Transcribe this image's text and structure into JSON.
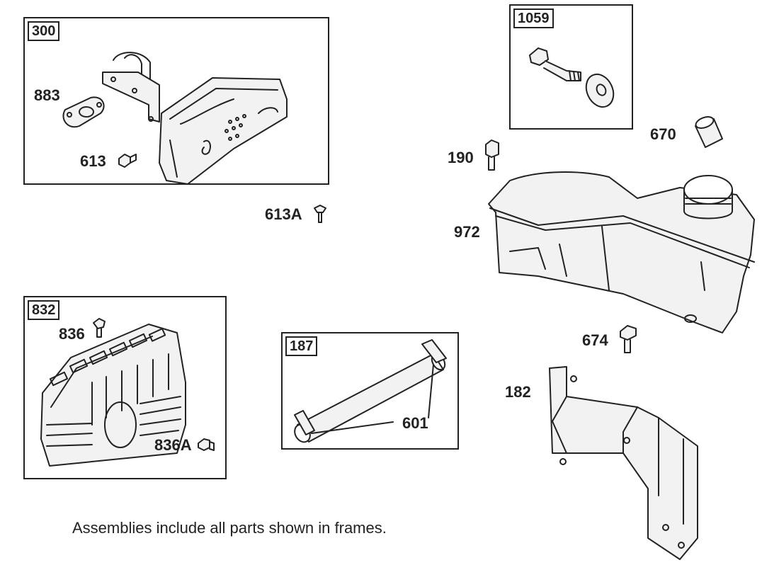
{
  "frames": {
    "muffler_assembly": "300",
    "bolt_washer_kit": "1059",
    "guard_assembly": "832",
    "tube_assembly": "187"
  },
  "labels": {
    "gasket": "883",
    "screw_muffler": "613",
    "screw_613a": "613A",
    "spacer": "670",
    "screw_190": "190",
    "fuel_tank": "972",
    "screw_674": "674",
    "bracket": "182",
    "screw_guard": "836",
    "screw_guard_a": "836A",
    "clamp": "601"
  },
  "note": "Assemblies include all parts shown in frames.",
  "colors": {
    "line": "#222222",
    "fill": "#f2f2f2",
    "background": "#ffffff"
  }
}
